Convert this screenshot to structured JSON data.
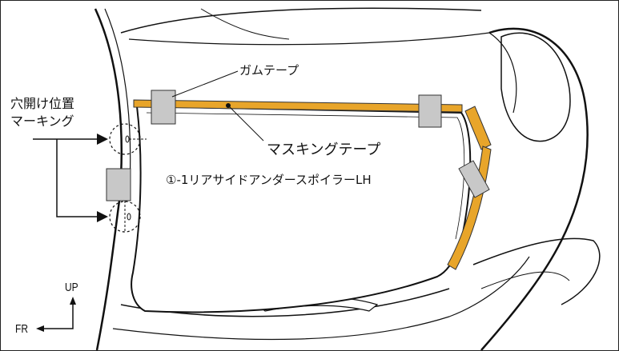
{
  "labels": {
    "gum_tape": "ガムテープ",
    "hole_marking_line1": "穴開け位置",
    "hole_marking_line2": "マーキング",
    "masking_tape": "マスキングテープ",
    "part_name": "①-1リアサイドアンダースポイラーLH",
    "up": "UP",
    "fr": "FR"
  },
  "colors": {
    "masking_tape": "#e8a52a",
    "masking_tape_edge": "#333333",
    "gum_tape": "#c8c8c8",
    "line": "#111111",
    "background": "#ffffff"
  },
  "icons": {
    "direction_arrows": "up-fr-arrows-icon",
    "hole_marker": "dashed-circle-marker-icon"
  }
}
